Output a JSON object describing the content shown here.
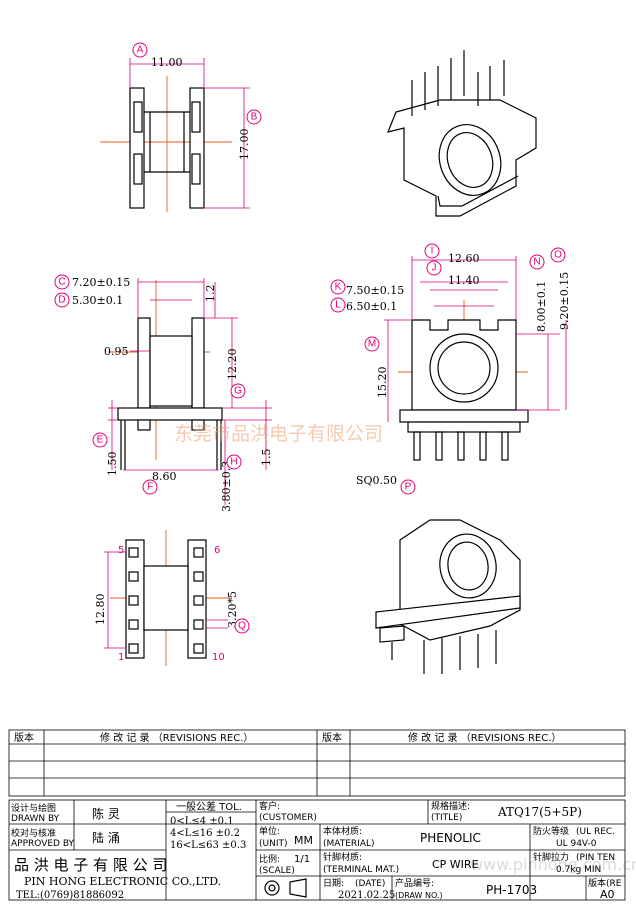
{
  "bubbles": {
    "A": "A",
    "B": "B",
    "C": "C",
    "D": "D",
    "E": "E",
    "F": "F",
    "G": "G",
    "H": "H",
    "I": "I",
    "J": "J",
    "K": "K",
    "L": "L",
    "M": "M",
    "N": "N",
    "O": "O",
    "P": "P",
    "Q": "Q"
  },
  "dims": {
    "a": "11.00",
    "b": "17.00",
    "c": "7.20±0.15",
    "d": "5.30±0.1",
    "d2": "1.2",
    "thk": "0.95",
    "g": "12.20",
    "h": "1.5",
    "e": "1.50",
    "f": "8.60",
    "h2": "3.80±0.3",
    "i": "12.60",
    "j": "11.40",
    "k": "7.50±0.15",
    "l": "6.50±0.1",
    "m": "15.20",
    "n": "8.00±0.1",
    "o": "9.20±0.15",
    "p": "SQ0.50",
    "q": "3.20*5",
    "len": "12.80"
  },
  "pins": {
    "p5": "5",
    "p6": "6",
    "p1": "1",
    "p10": "10"
  },
  "watermark": {
    "cn": "东莞市品洪电子有限公司",
    "url": "www.pinhong.com.cn"
  },
  "revisions": {
    "col_version": "版本",
    "col_record": "修 改 记 录 （REVISIONS REC.）"
  },
  "title_block": {
    "drawn_cn": "设计与绘图",
    "drawn_en": "DRAWN BY",
    "drawn_val": "陈 灵",
    "appr_cn": "校对与核准",
    "appr_en": "APPROVED BY",
    "appr_val": "陆 涌",
    "tol_title": "一般公差 TOL.",
    "tol1": "0<L≤4   ±0.1",
    "tol2": "4<L≤16  ±0.2",
    "tol3": "16<L≤63 ±0.3",
    "cust_cn": "客户:",
    "cust_en": "(CUSTOMER)",
    "unit_cn": "单位:",
    "unit_en": "(UNIT)",
    "unit_val": "MM",
    "scale_cn": "比例:",
    "scale_en": "(SCALE)",
    "scale_val": "1/1",
    "mat_cn": "本体材质:",
    "mat_en": "(MATERIAL)",
    "mat_val": "PHENOLIC",
    "term_cn": "针脚材质:",
    "term_en": "(TERMINAL MAT.)",
    "term_val": "CP WIRE",
    "date_cn": "日期:",
    "date_en": "(DATE)",
    "date_val": "2021.02.25",
    "title_cn": "规格描述:",
    "title_en": "(TITLE)",
    "title_val": "ATQ17(5+5P)",
    "fire_cn": "防火等级",
    "fire_en": "(UL REC.",
    "fire_val": "UL 94V-0",
    "pull_cn": "针脚拉力",
    "pull_en": "(PIN TEN",
    "pull_val": "0.7kg MIN",
    "dwg_cn": "产品编号:",
    "dwg_en": "(DRAW NO.)",
    "dwg_val": "PH-1703",
    "rev_cn": "版本",
    "rev_en": "(RE",
    "rev_val": "A0",
    "company_cn": "品 洪 电 子 有 限 公 司",
    "company_en": "PIN HONG ELECTRONIC CO.,LTD.",
    "tel": "TEL:(0769)81886092"
  }
}
